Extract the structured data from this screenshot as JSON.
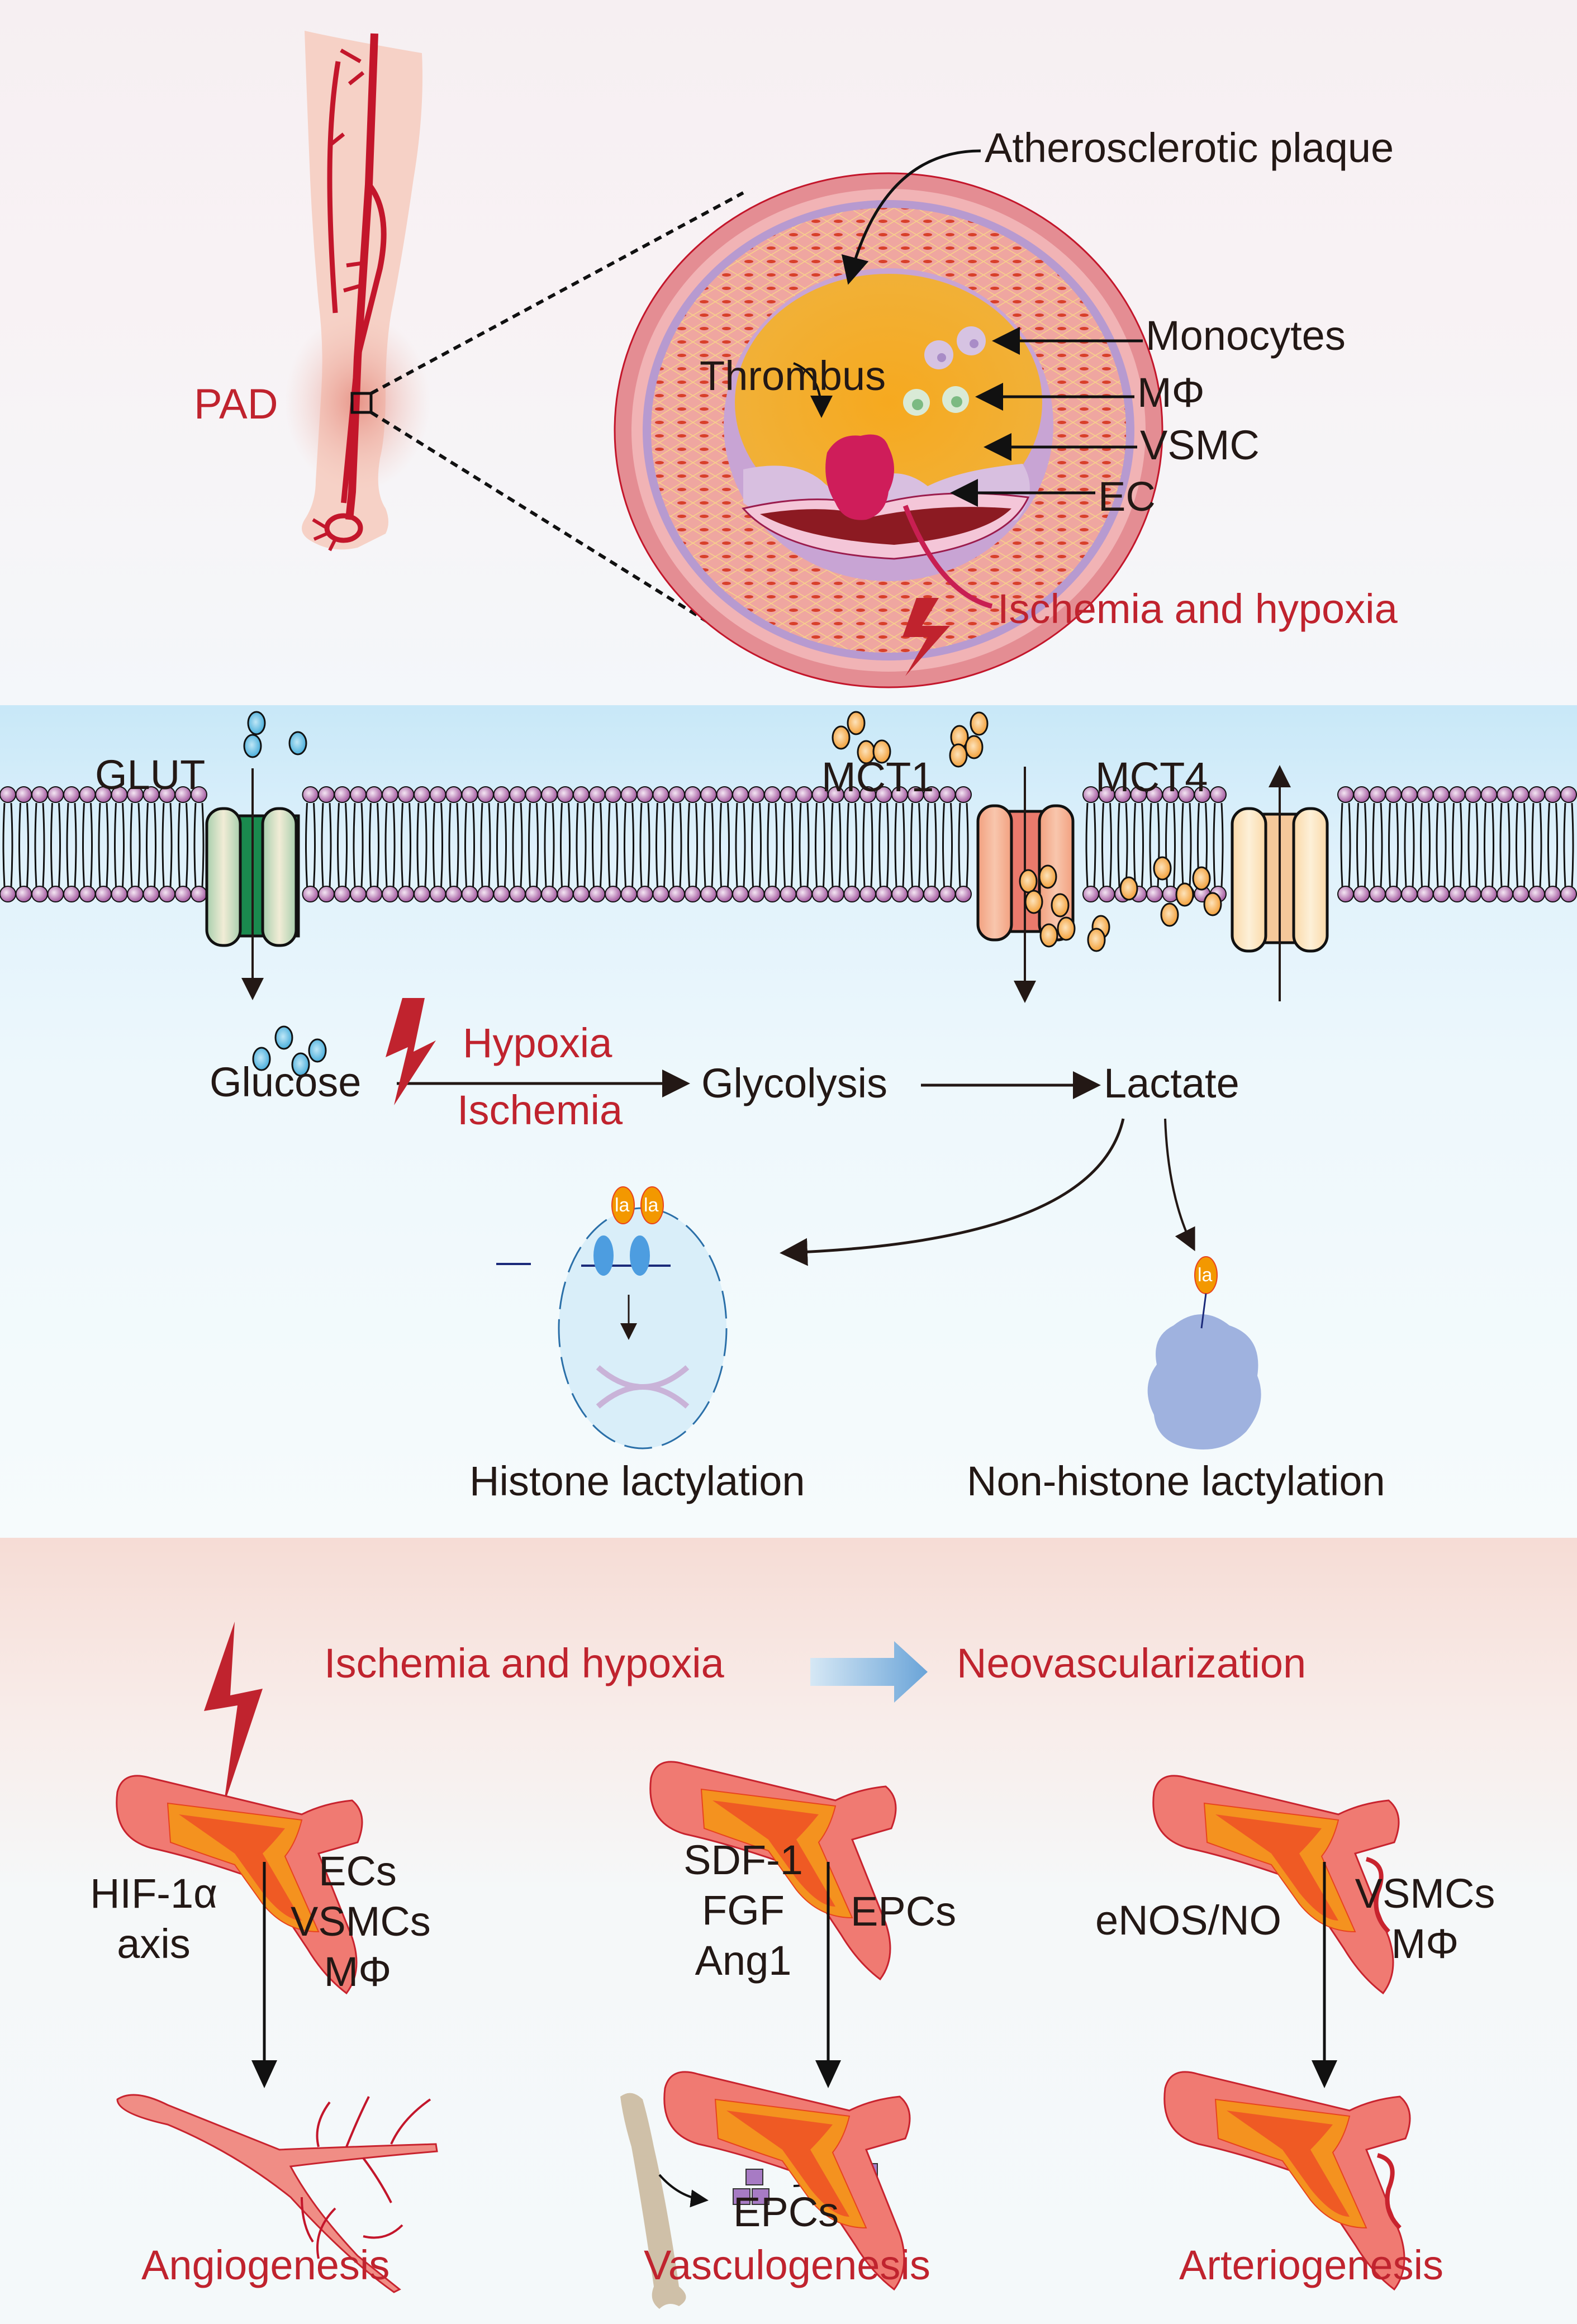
{
  "top_panel": {
    "condition_label": "PAD",
    "plaque_label": "Atherosclerotic plaque",
    "thrombus_label": "Thrombus",
    "monocytes_label": "Monocytes",
    "macrophage_label": "MΦ",
    "vsmc_label": "VSMC",
    "ec_label": "EC",
    "ischemia_label": "Ischemia and hypoxia"
  },
  "middle_panel": {
    "glut_label": "GLUT",
    "mct1_label": "MCT1",
    "mct4_label": "MCT4",
    "glucose_label": "Glucose",
    "hypoxia_label": "Hypoxia",
    "ischemia_label": "Ischemia",
    "glycolysis_label": "Glycolysis",
    "lactate_label": "Lactate",
    "lactyl_mark": "la",
    "histone_label": "Histone lactylation",
    "nonhistone_label": "Non-histone lactylation"
  },
  "bottom_panel": {
    "header_left": "Ischemia and hypoxia",
    "header_right": "Neovascularization",
    "angio": {
      "left_lines": [
        "HIF-1α",
        "axis"
      ],
      "right_lines": [
        "ECs",
        "VSMCs",
        "MΦ"
      ],
      "title": "Angiogenesis"
    },
    "vasculo": {
      "left_lines": [
        "SDF-1",
        "FGF",
        "Ang1"
      ],
      "right_lines": [
        "EPCs"
      ],
      "cells_label": "EPCs",
      "title": "Vasculogenesis"
    },
    "arterio": {
      "left_lines": [
        "eNOS/NO"
      ],
      "right_lines": [
        "VSMCs",
        "MΦ"
      ],
      "title": "Arteriogenesis"
    }
  },
  "colors": {
    "accent_red": "#c0232e",
    "text_dark": "#231815",
    "lipid_head": "#a45aa0",
    "glucose": "#3fa9d8",
    "lactate": "#f29a2e",
    "plaque": "#f4a623",
    "vessel": "#f07a72"
  }
}
